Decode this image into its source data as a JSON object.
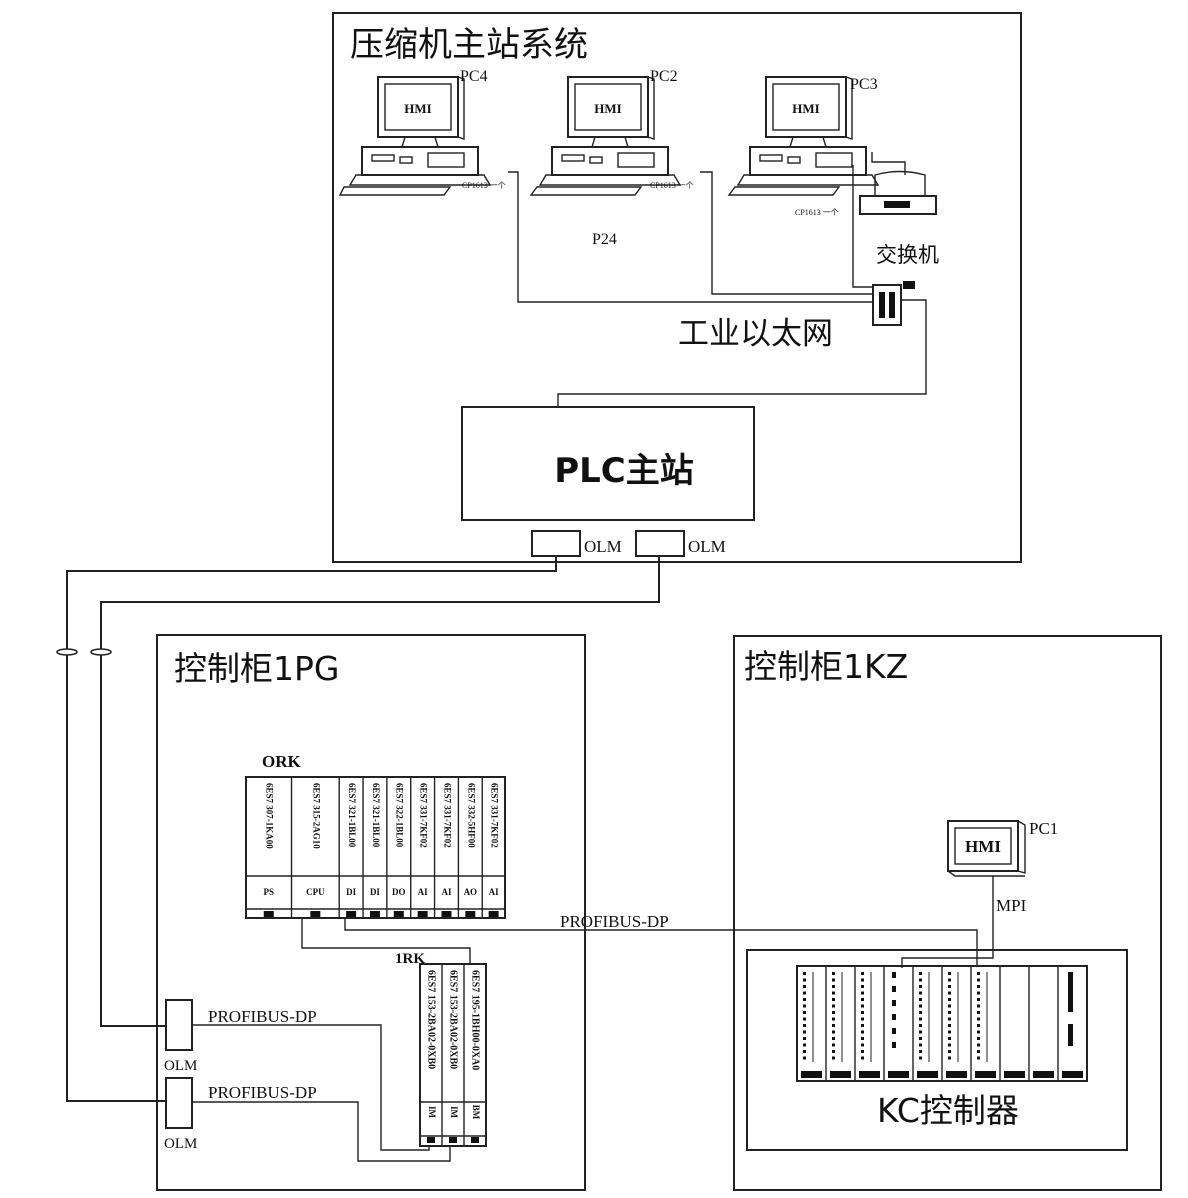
{
  "colors": {
    "line": "#222222",
    "background": "#ffffff",
    "module_dark": "#111111"
  },
  "master": {
    "title": "压缩机主站系统",
    "pcs": [
      {
        "label": "PC4",
        "screen": "HMI",
        "card": "CP1613 一个"
      },
      {
        "label": "PC2",
        "screen": "HMI",
        "card": "CP1613 一个"
      },
      {
        "label": "PC3",
        "screen": "HMI",
        "card": "CP1613 一个"
      }
    ],
    "p24_label": "P24",
    "switch_label": "交换机",
    "ethernet_label": "工业以太网",
    "plc_label": "PLC主站",
    "olm_labels": [
      "OLM",
      "OLM"
    ]
  },
  "cabinet_1pg": {
    "title": "控制柜1PG",
    "rack_label": "ORK",
    "rack_modules": [
      {
        "text": "6ES7 307-1KA00",
        "slot": "PS"
      },
      {
        "text": "6ES7 315-2AG10",
        "slot": "CPU"
      },
      {
        "text": "6ES7 321-1BL00",
        "slot": "DI"
      },
      {
        "text": "6ES7 321-1BL00",
        "slot": "DI"
      },
      {
        "text": "6ES7 322-1BL00",
        "slot": "DO"
      },
      {
        "text": "6ES7 331-7KF02",
        "slot": "AI"
      },
      {
        "text": "6ES7 331-7KF02",
        "slot": "AI"
      },
      {
        "text": "6ES7 332-5HF00",
        "slot": "AO"
      },
      {
        "text": "6ES7 331-7KF02",
        "slot": "AI"
      }
    ],
    "sub_rack_label": "1RK",
    "sub_rack_modules": [
      {
        "text": "6ES7 153-2BA02-0XB0",
        "slot": "IM"
      },
      {
        "text": "6ES7 153-2BA02-0XB0",
        "slot": "IM"
      },
      {
        "text": "6ES7 195-1BH00-0XA0",
        "slot": "BM"
      }
    ],
    "olm_labels": [
      "OLM",
      "OLM"
    ],
    "bus_labels": [
      "PROFIBUS-DP",
      "PROFIBUS-DP"
    ]
  },
  "inter_bus_label": "PROFIBUS-DP",
  "cabinet_1kz": {
    "title": "控制柜1KZ",
    "pc": {
      "label": "PC1",
      "screen": "HMI"
    },
    "mpi_label": "MPI",
    "controller_label": "KC控制器"
  }
}
